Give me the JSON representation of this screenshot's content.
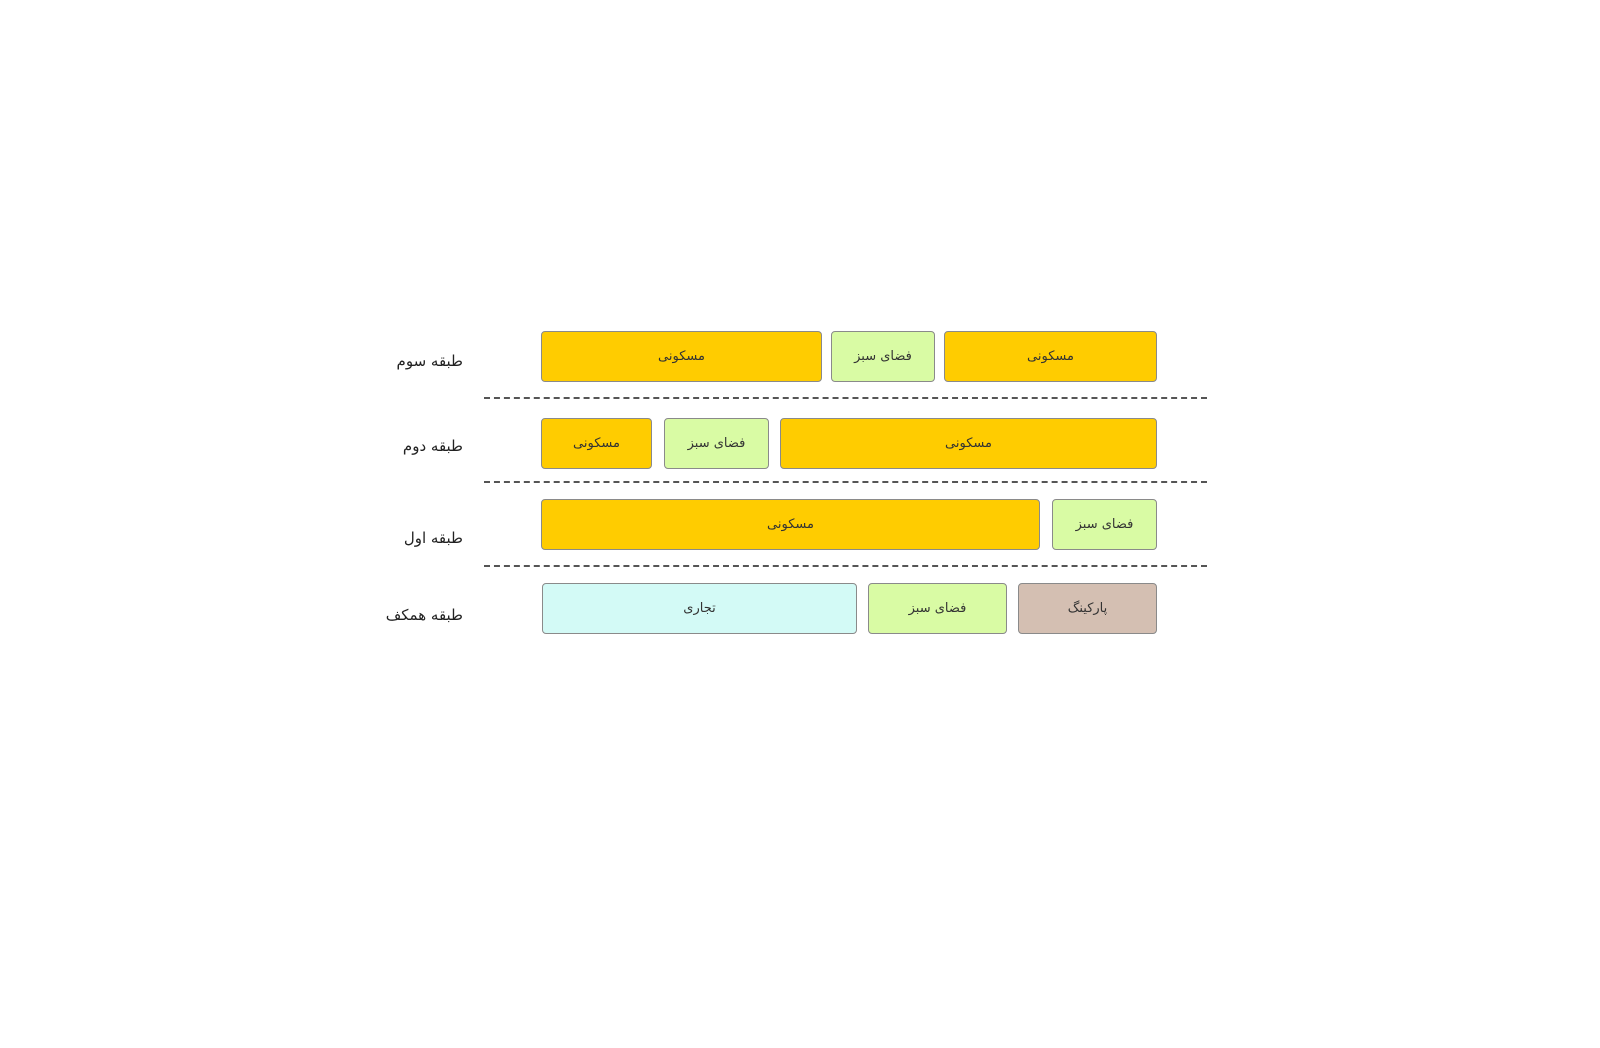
{
  "colors": {
    "residential": "#ffcc00",
    "green_space": "#d9fba4",
    "commercial": "#d3faf6",
    "parking": "#d4bfb2"
  },
  "floors": [
    {
      "label": "طبقه سوم",
      "blocks": [
        {
          "label": "مسکونی",
          "type": "residential"
        },
        {
          "label": "فضای سبز",
          "type": "green_space"
        },
        {
          "label": "مسکونی",
          "type": "residential"
        }
      ]
    },
    {
      "label": "طبقه دوم",
      "blocks": [
        {
          "label": "مسکونی",
          "type": "residential"
        },
        {
          "label": "فضای سبز",
          "type": "green_space"
        },
        {
          "label": "مسکونی",
          "type": "residential"
        }
      ]
    },
    {
      "label": "طبقه اول",
      "blocks": [
        {
          "label": "مسکونی",
          "type": "residential"
        },
        {
          "label": "فضای سبز",
          "type": "green_space"
        }
      ]
    },
    {
      "label": "طبقه همکف",
      "blocks": [
        {
          "label": "تجاری",
          "type": "commercial"
        },
        {
          "label": "فضای سبز",
          "type": "green_space"
        },
        {
          "label": "پارکینگ",
          "type": "parking"
        }
      ]
    }
  ]
}
